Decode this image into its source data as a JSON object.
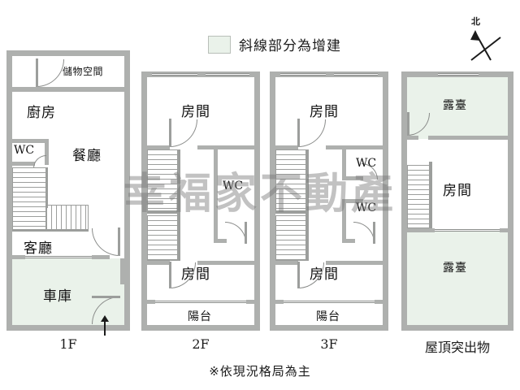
{
  "legend": {
    "swatch_color": "#eaf2ea",
    "text": "斜線部分為增建"
  },
  "compass": {
    "label": "北",
    "icon": "north-arrow-icon"
  },
  "watermark": {
    "text": "幸福家不動產"
  },
  "footer": {
    "note": "※依現況格局為主"
  },
  "floors": [
    {
      "id": "1f",
      "label": "1F",
      "rooms": [
        {
          "name": "storage",
          "label": "儲物空間"
        },
        {
          "name": "kitchen",
          "label": "廚房"
        },
        {
          "name": "bathroom-1f",
          "label": "WC"
        },
        {
          "name": "dining",
          "label": "餐廳"
        },
        {
          "name": "living",
          "label": "客廳"
        },
        {
          "name": "garage",
          "label": "車庫",
          "extension": true
        }
      ]
    },
    {
      "id": "2f",
      "label": "2F",
      "rooms": [
        {
          "name": "bedroom-front",
          "label": "房間"
        },
        {
          "name": "bathroom-2f",
          "label": "WC"
        },
        {
          "name": "bedroom-rear",
          "label": "房間"
        },
        {
          "name": "balcony-2f",
          "label": "陽台"
        }
      ]
    },
    {
      "id": "3f",
      "label": "3F",
      "rooms": [
        {
          "name": "bedroom-front",
          "label": "房間"
        },
        {
          "name": "bathroom-3f-up",
          "label": "WC"
        },
        {
          "name": "bathroom-3f-dn",
          "label": "WC"
        },
        {
          "name": "bedroom-rear",
          "label": "房間"
        },
        {
          "name": "balcony-3f",
          "label": "陽台"
        }
      ]
    },
    {
      "id": "roof",
      "label": "屋頂突出物",
      "rooms": [
        {
          "name": "terrace-top",
          "label": "露臺",
          "extension": true
        },
        {
          "name": "roof-room",
          "label": "房間"
        },
        {
          "name": "terrace-bottom",
          "label": "露臺",
          "extension": true
        }
      ]
    }
  ]
}
